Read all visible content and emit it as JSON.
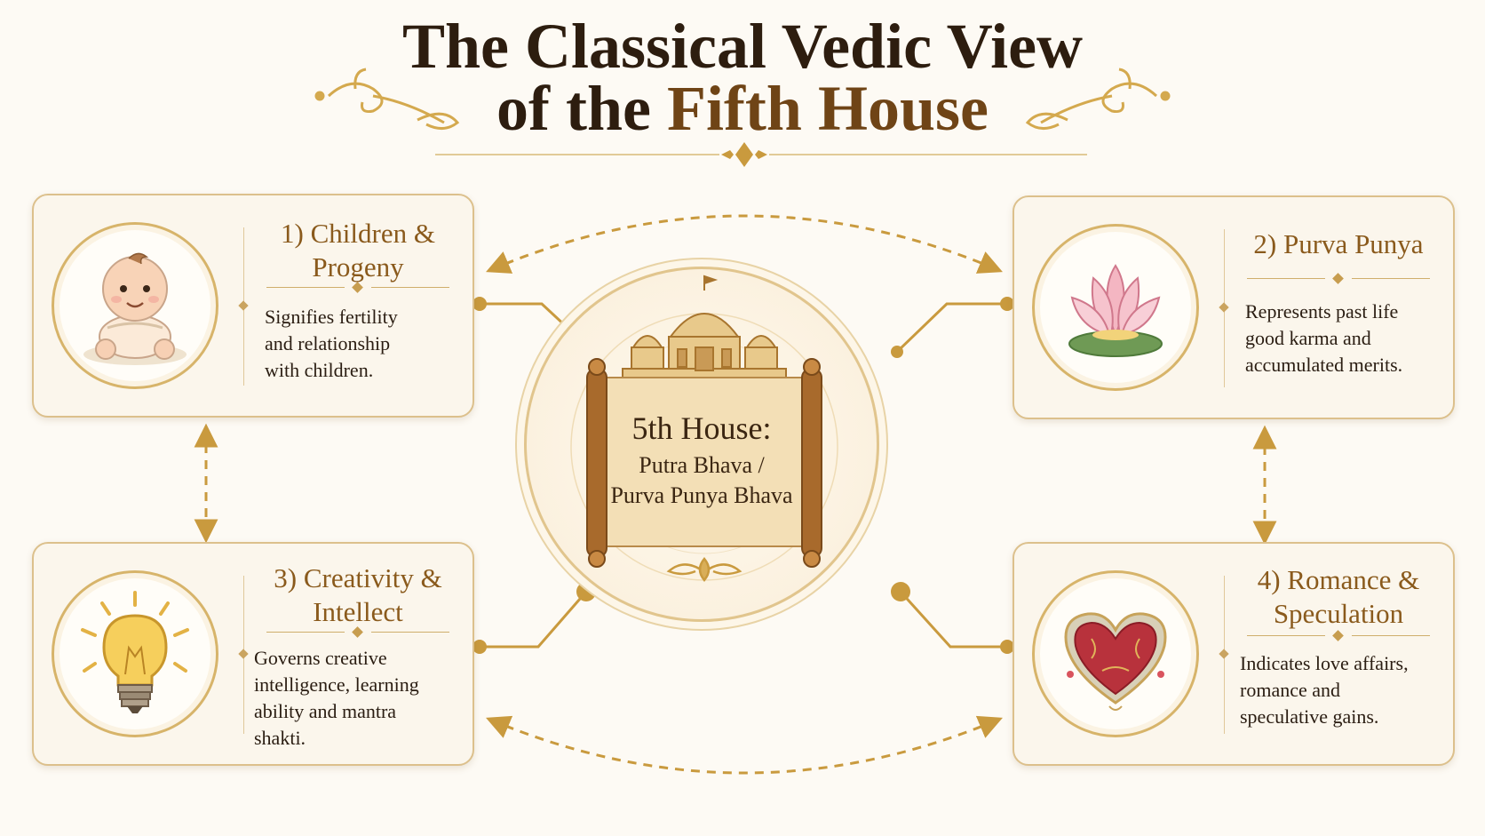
{
  "title": {
    "line1": "The Classical Vedic View",
    "line2_prefix": "of the ",
    "line2_accent": "Fifth House"
  },
  "center": {
    "title": "5th House:",
    "subtitle_line1": "Putra Bhava /",
    "subtitle_line2": "Purva Punya Bhava"
  },
  "cards": [
    {
      "heading_line1": "1) Children &",
      "heading_line2": "Progeny",
      "desc_lines": [
        "Signifies fertility",
        "and relationship",
        "with children."
      ],
      "icon": "baby-icon"
    },
    {
      "heading_line1": "2) Purva Punya",
      "heading_line2": "",
      "desc_lines": [
        "Represents past life",
        "good karma and",
        "accumulated merits."
      ],
      "icon": "lotus-icon"
    },
    {
      "heading_line1": "3) Creativity &",
      "heading_line2": "Intellect",
      "desc_lines": [
        "Governs creative",
        "intelligence, learning",
        "ability and mantra",
        "shakti."
      ],
      "icon": "light-bulb-icon"
    },
    {
      "heading_line1": "4) Romance &",
      "heading_line2": "Speculation",
      "desc_lines": [
        "Indicates love affairs,",
        "romance and",
        "speculative gains."
      ],
      "icon": "heart-icon"
    }
  ],
  "colors": {
    "gold": "#c99a3e",
    "heading_brown": "#8a5a1c",
    "card_background": "#fbf6ec",
    "page_background": "#fdfaf4"
  }
}
